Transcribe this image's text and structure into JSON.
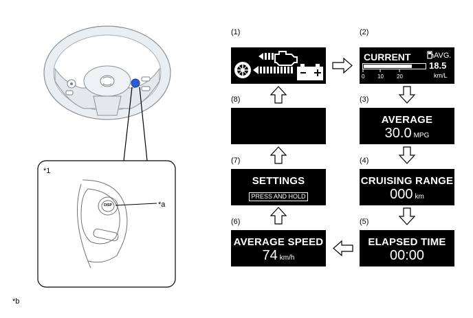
{
  "labels": {
    "detail_callout": "*1",
    "switch_callout": "*a",
    "footnote_callout": "*b",
    "switch_text": "DISP"
  },
  "steps": [
    {
      "number": "(1)"
    },
    {
      "number": "(2)",
      "title": "CURRENT",
      "avg_label": "AVG.",
      "value": "18.5",
      "unit": "km/L",
      "scale": [
        "0",
        "10",
        "20"
      ]
    },
    {
      "number": "(3)",
      "title": "AVERAGE",
      "value": "30.0",
      "unit": "MPG"
    },
    {
      "number": "(4)",
      "title": "CRUISING RANGE",
      "value": "000",
      "unit": "km"
    },
    {
      "number": "(5)",
      "title": "ELAPSED TIME",
      "value": "00:00"
    },
    {
      "number": "(6)",
      "title": "AVERAGE SPEED",
      "value": "74",
      "unit": "km/h"
    },
    {
      "number": "(7)",
      "title": "SETTINGS",
      "subtitle": "PRESS AND HOLD"
    },
    {
      "number": "(8)"
    }
  ],
  "colors": {
    "screen_bg": "#000000",
    "screen_fg": "#ffffff",
    "switch_highlight": "#2b5bd7",
    "wheel_fill": "#e9eef2"
  }
}
